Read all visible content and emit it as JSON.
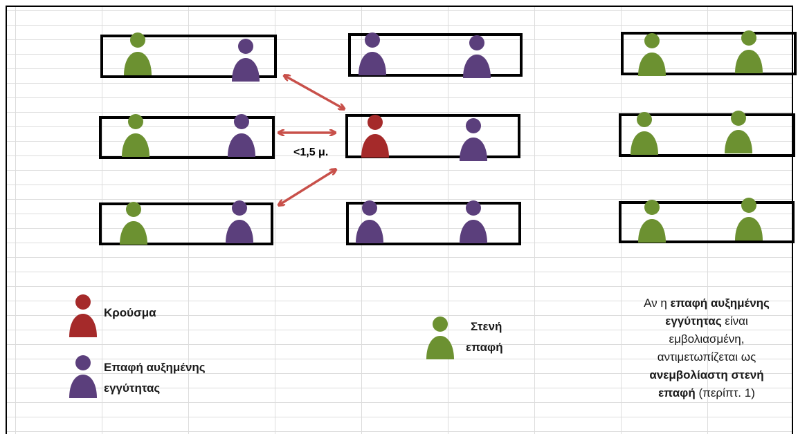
{
  "colors": {
    "case": "#a52a2a",
    "contact": "#5b3f7c",
    "close": "#6c9131",
    "arrow": "#c8504a"
  },
  "distance_label": "<1,5 μ.",
  "legend": {
    "case_label": "Κρούσμα",
    "proximity_line1": "Επαφή αυξημένης",
    "proximity_line2": "εγγύτητας",
    "close_line1": "Στενή",
    "close_line2": "επαφή"
  },
  "note": {
    "line1_pre": "Αν η ",
    "line1_bold": "επαφή αυξημένης",
    "line2_bold": "εγγύτητας",
    "line2_post": " είναι",
    "line3": "εμβολιασμένη,",
    "line4": "αντιμετωπίζεται ως",
    "line5_bold": "ανεμβολίαστη στενή",
    "line6_bold": "επαφή",
    "line6_post": " (περίπτ. 1)"
  }
}
